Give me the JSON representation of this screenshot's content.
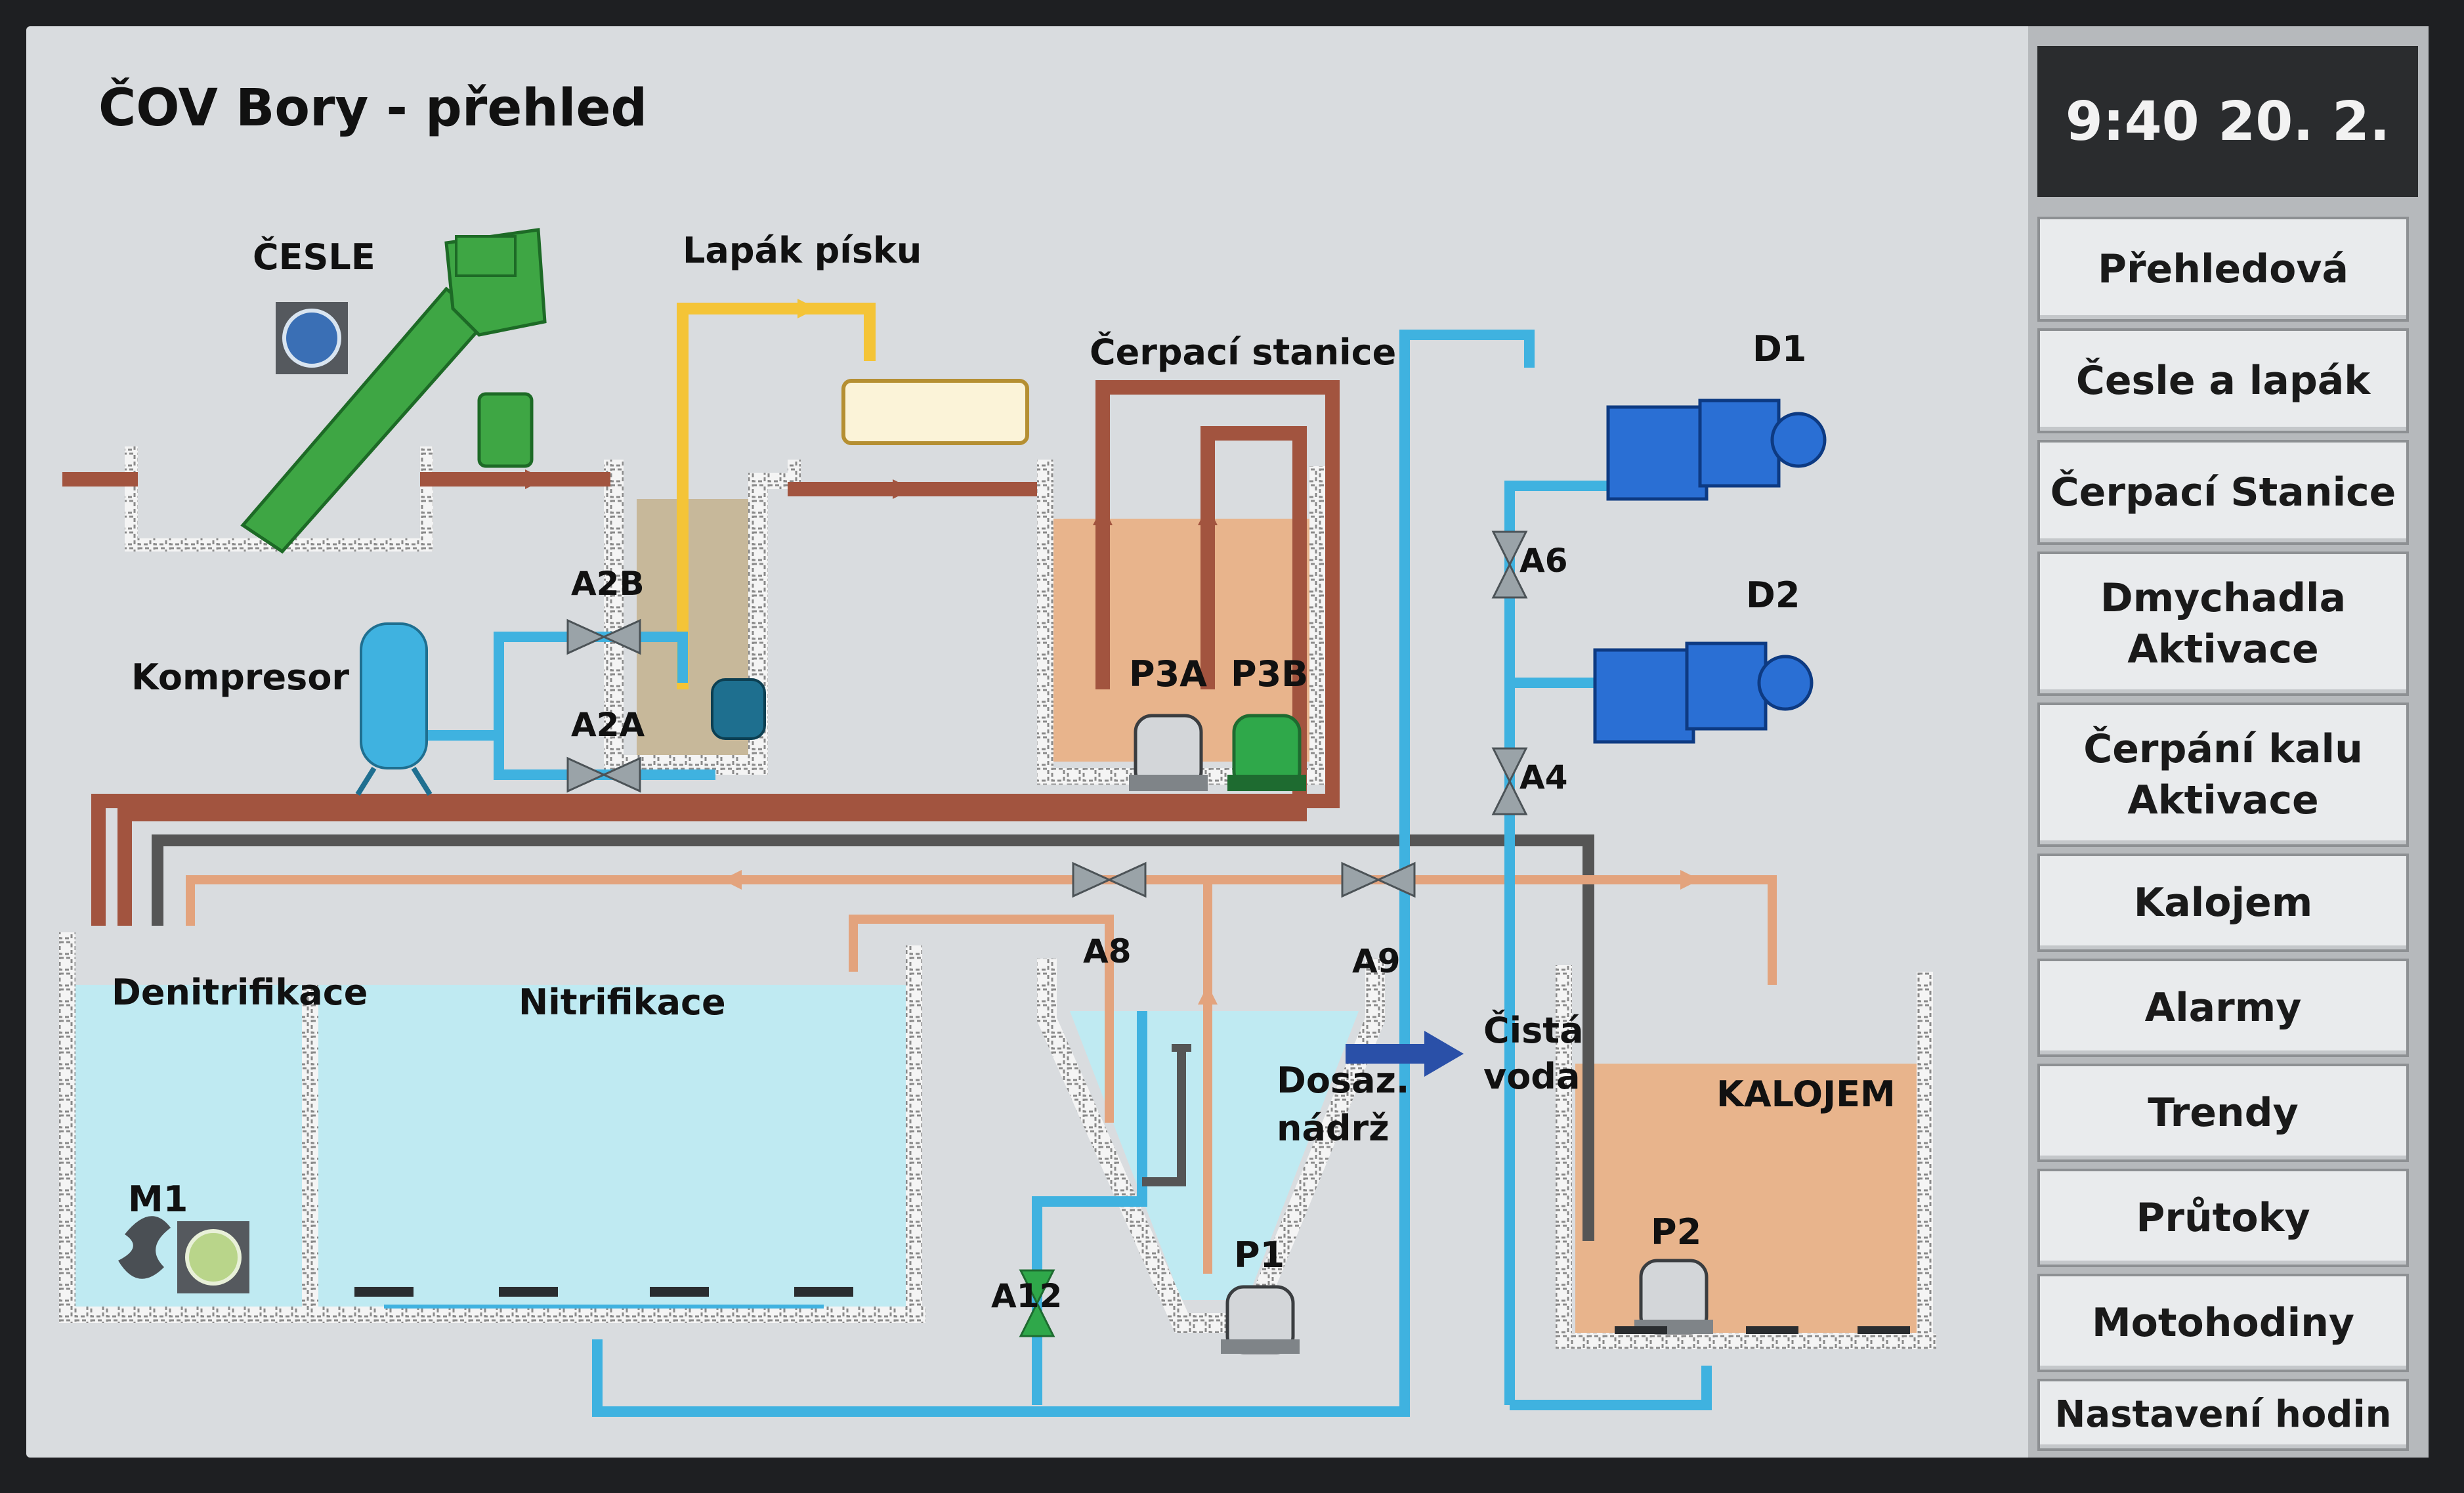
{
  "header": {
    "title": "ČOV Bory - přehled"
  },
  "clock": {
    "text": "9:40 20. 2."
  },
  "labels": {
    "cesle": "ČESLE",
    "lapak": "Lapák písku",
    "cerpaci": "Čerpací stanice",
    "kompresor": "Kompresor",
    "denitrifikace": "Denitrifikace",
    "nitrifikace": "Nitrifikace",
    "dosaz": "Dosaz.\nnádrž",
    "cista": "Čistá\nvoda",
    "kalojem": "KALOJEM"
  },
  "equipment": {
    "d1": "D1",
    "d2": "D2",
    "a2b": "A2B",
    "a2a": "A2A",
    "a6": "A6",
    "a4": "A4",
    "a8": "A8",
    "a9": "A9",
    "a12": "A12",
    "p3a": "P3A",
    "p3b": "P3B",
    "p1": "P1",
    "p2": "P2",
    "m1": "M1"
  },
  "nav": [
    {
      "label": "Přehledová"
    },
    {
      "label": "Česle a lapák"
    },
    {
      "label": "Čerpací Stanice"
    },
    {
      "label": "Dmychadla\nAktivace"
    },
    {
      "label": "Čerpání kalu\nAktivace"
    },
    {
      "label": "Kalojem"
    },
    {
      "label": "Alarmy"
    },
    {
      "label": "Trendy"
    },
    {
      "label": "Průtoky"
    },
    {
      "label": "Motohodiny"
    },
    {
      "label": "Nastavení hodin"
    }
  ],
  "colors": {
    "wastewater": "#a2543f",
    "water": "#3fb2e0",
    "sludge_return": "#e3a37d",
    "sand_pipe": "#f4c437",
    "gray_pipe": "#555555",
    "tank_water": "#bfeaf2",
    "sludge": "#e8b48c",
    "running": "#2fa84a"
  }
}
